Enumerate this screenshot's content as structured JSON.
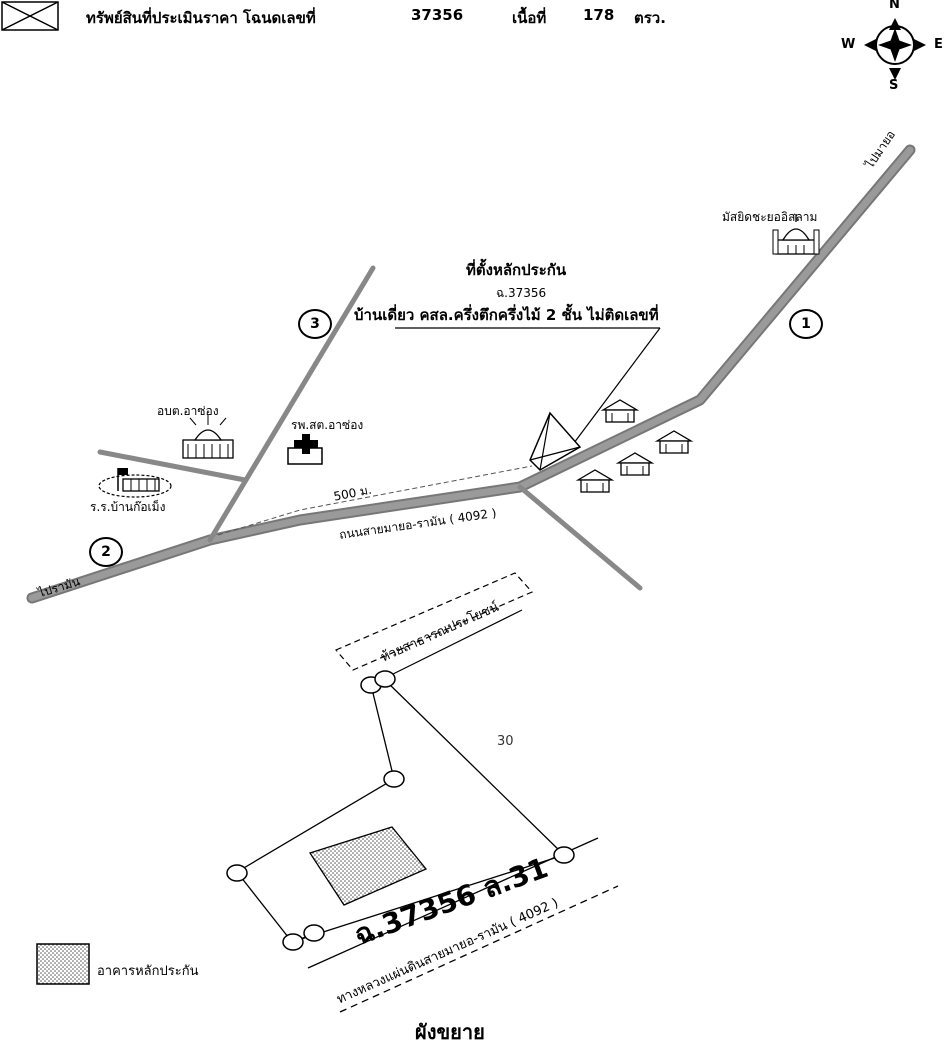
{
  "header": {
    "subject_label": "ทรัพย์สินที่ประเมินราคา โฉนดเลขที่",
    "deed_number": "37356",
    "area_label": "เนื้อที่",
    "area_value": "178",
    "area_unit": "ตรว."
  },
  "compass": {
    "north": "N",
    "south": "S",
    "east": "E",
    "west": "W"
  },
  "location_map": {
    "collateral_title": "ที่ตั้งหลักประกัน",
    "collateral_deed": "ฉ.37356",
    "collateral_desc": "บ้านเดี่ยว คสล.ครึ่งตึกครึ่งไม้ 2 ชั้น ไม่ติดเลขที่",
    "to_mayo": "ไปมายอ",
    "to_raman": "ไปรามัน",
    "mosque": "มัสยิดชะยออิสลาม",
    "sao": "อบต.อาซ่อง",
    "health_center": "รพ.สต.อาซ่อง",
    "school": "ร.ร.บ้านก๊อเม็ง",
    "distance": "500 ม.",
    "road_name": "ถนนสายมายอ-รามัน ( 4092 )",
    "markers": [
      "1",
      "2",
      "3"
    ]
  },
  "detail_map": {
    "canal": "ห้วยสาธารณประโยชน์",
    "side_length": "30",
    "parcel_label": "ฉ.37356 ล.31",
    "highway": "ทางหลวงแผ่นดินสายมายอ-รามัน ( 4092 )",
    "title": "ผังขยาย"
  },
  "legend": {
    "building": "อาคารหลักประกัน"
  },
  "colors": {
    "road": "#7a7a7a",
    "ink": "#000000",
    "paper": "#ffffff"
  }
}
